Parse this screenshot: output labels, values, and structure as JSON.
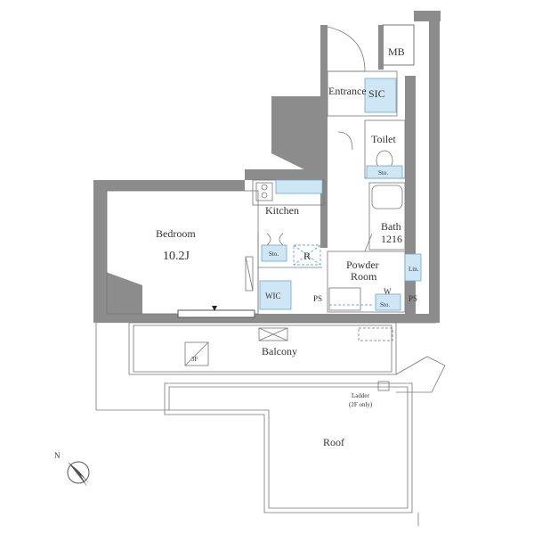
{
  "rooms": {
    "bedroom": "Bedroom",
    "bedroom_size": "10.2J",
    "kitchen": "Kitchen",
    "entrance": "Entrance",
    "sic": "SIC",
    "mb": "MB",
    "toilet": "Toilet",
    "toilet_sto": "Sto.",
    "bath": "Bath",
    "bath_size": "1216",
    "powder_line1": "Powder",
    "powder_line2": "Room",
    "lin": "Lin.",
    "w": "W",
    "w_sto": "Sto.",
    "ps_left": "PS",
    "ps_right": "PS",
    "sto": "Sto.",
    "r": "R",
    "wic": "WIC",
    "balcony": "Balcony",
    "unit_3f": "3F",
    "ladder_line1": "Ladder",
    "ladder_line2": "(2F only)",
    "roof": "Roof",
    "north": "N"
  },
  "colors": {
    "wall": "#8c8c8c",
    "storage": "#cfe7f5",
    "outline": "#6aa9cf"
  }
}
